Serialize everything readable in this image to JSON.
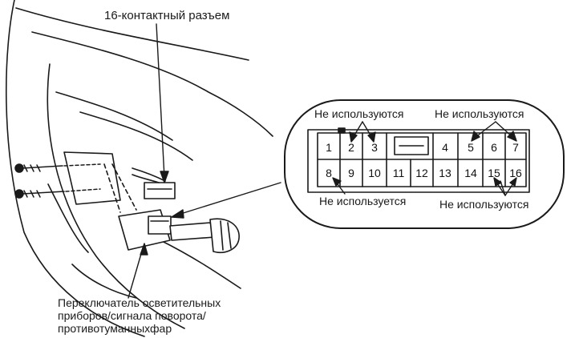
{
  "labels": {
    "connector_title": "16-контактный разъем",
    "not_used_top_left": "Не используются",
    "not_used_top_right": "Не используются",
    "not_used_bottom_left": "Не используется",
    "not_used_bottom_right": "Не используются",
    "switch_line1": "Переключатель осветительных",
    "switch_line2": "приборов/сигнала поворота/",
    "switch_line3": "противотуманныхфар"
  },
  "pins": {
    "row1": [
      "1",
      "2",
      "3",
      "4",
      "5",
      "6",
      "7"
    ],
    "row2": [
      "8",
      "9",
      "10",
      "11",
      "12",
      "13",
      "14",
      "15",
      "16"
    ]
  }
}
